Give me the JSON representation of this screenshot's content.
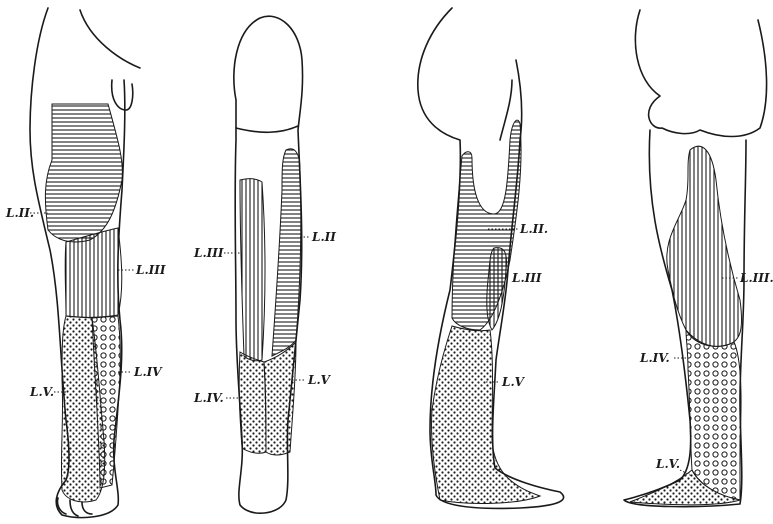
{
  "figure": {
    "labels": {
      "fig1_l2": "L.II.",
      "fig1_l3": "L.III",
      "fig1_l4": "L.IV",
      "fig1_l5": "L.V.",
      "fig2_l2": "L.II",
      "fig2_l3": "L.III",
      "fig2_l4": "L.IV.",
      "fig2_l5": "L.V",
      "fig3_l2": "L.II.",
      "fig3_l3": "L.III",
      "fig3_l5": "L.V",
      "fig4_l3": "L.III.",
      "fig4_l4": "L.IV.",
      "fig4_l5": "L.V."
    }
  }
}
